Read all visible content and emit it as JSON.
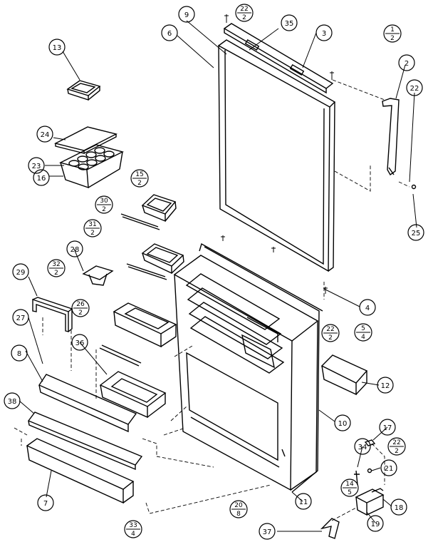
{
  "callouts": {
    "c1": "13",
    "c2": "24",
    "c3": "23",
    "c4": "16",
    "c5": "9",
    "c6": "6",
    "c7": "35",
    "c8": "3",
    "c9": "2",
    "c10": "22",
    "c11": "25",
    "c12": "28",
    "c13": "29",
    "c14": "27",
    "c15": "8",
    "c16": "36",
    "c17": "38",
    "c18": "7",
    "c19": "4",
    "c20": "12",
    "c21": "10",
    "c22": "11",
    "c23": "17",
    "c24": "34",
    "c25": "21",
    "c26": "18",
    "c27": "19",
    "c28": "37"
  },
  "fractions": {
    "f1": {
      "num": "22",
      "den": "2"
    },
    "f2": {
      "num": "1",
      "den": "2"
    },
    "f3": {
      "num": "15",
      "den": "2"
    },
    "f4": {
      "num": "30",
      "den": "2"
    },
    "f5": {
      "num": "31",
      "den": "2"
    },
    "f6": {
      "num": "32",
      "den": "2"
    },
    "f7": {
      "num": "26",
      "den": "2"
    },
    "f8": {
      "num": "5",
      "den": "4"
    },
    "f9": {
      "num": "22",
      "den": "2"
    },
    "f10": {
      "num": "22",
      "den": "2"
    },
    "f11": {
      "num": "14",
      "den": "5"
    },
    "f12": {
      "num": "20",
      "den": "8"
    },
    "f13": {
      "num": "33",
      "den": "4"
    }
  }
}
